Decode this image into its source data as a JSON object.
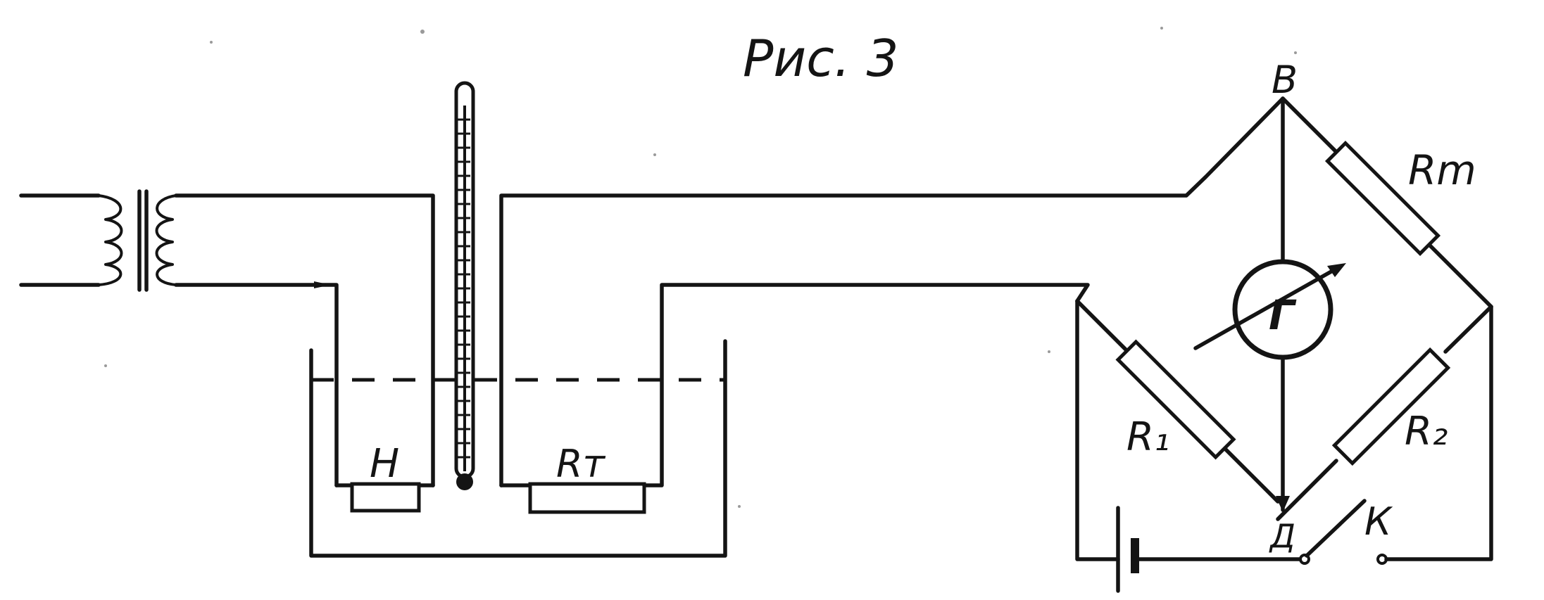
{
  "figure": {
    "caption": "Рис. 3"
  },
  "labels": {
    "heater": "H",
    "sensor": "Rт",
    "node_top": "В",
    "node_bottom": "Д",
    "bridge_resistor_1": "R₁",
    "bridge_resistor_2": "R₂",
    "bridge_resistor_m": "Rm",
    "galvanometer": "Г",
    "switch": "К"
  },
  "colors": {
    "ink": "#141414",
    "paper": "#ffffff"
  }
}
